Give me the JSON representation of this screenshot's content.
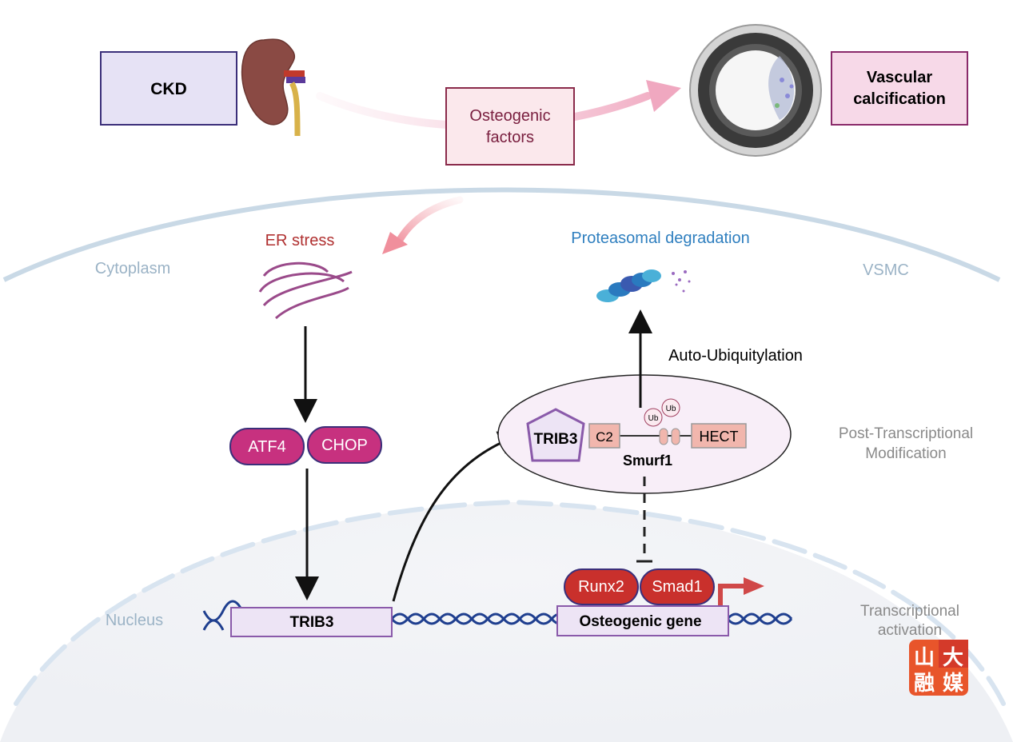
{
  "top": {
    "ckd_label": "CKD",
    "osteogenic_factors_line1": "Osteogenic",
    "osteogenic_factors_line2": "factors",
    "vascular_calcification_line1": "Vascular",
    "vascular_calcification_line2": "calcification"
  },
  "cell": {
    "cytoplasm_label": "Cytoplasm",
    "vsmc_label": "VSMC",
    "nucleus_label": "Nucleus"
  },
  "pathway": {
    "er_stress": "ER stress",
    "atf4": "ATF4",
    "chop": "CHOP",
    "trib3_gene": "TRIB3",
    "trib3_protein": "TRIB3",
    "c2": "C2",
    "hect": "HECT",
    "ub": "Ub",
    "smurf1": "Smurf1",
    "proteasomal_degradation": "Proteasomal degradation",
    "auto_ubiquitylation": "Auto-Ubiquitylation",
    "runx2": "Runx2",
    "smad1": "Smad1",
    "osteogenic_gene": "Osteogenic gene"
  },
  "side_labels": {
    "post_transcriptional_line1": "Post-Transcriptional",
    "post_transcriptional_line2": "Modification",
    "transcriptional_line1": "Transcriptional",
    "transcriptional_line2": "activation"
  },
  "watermark": {
    "chars": [
      "山",
      "大",
      "融",
      "媒"
    ]
  },
  "colors": {
    "ckd_box": "#e6e2f5",
    "ckd_border": "#3b2f7a",
    "factor_box": "#fbe8ec",
    "factor_border": "#8a2a4a",
    "vc_box": "#f7d9e8",
    "vc_border": "#8a2a6a",
    "atf4_chop": "#c7317f",
    "runx2_smad1": "#c9302c",
    "er_stress_text": "#b03030",
    "proteasome_text": "#2f7fbf",
    "dna": "#1f3f8f"
  }
}
